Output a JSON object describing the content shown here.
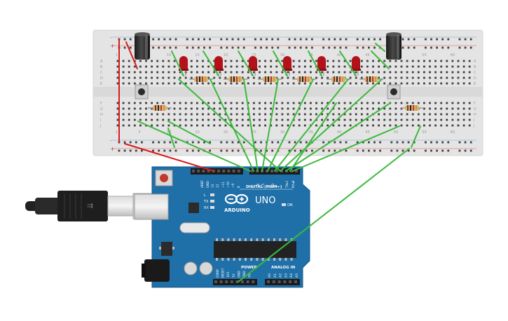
{
  "breadboard": {
    "column_numbers": [
      "1",
      "5",
      "10",
      "15",
      "20",
      "25",
      "30",
      "35",
      "40",
      "45",
      "50",
      "55",
      "60"
    ],
    "row_letters": [
      "A",
      "B",
      "C",
      "D",
      "E",
      "F",
      "G",
      "H",
      "I",
      "J"
    ],
    "rail_minus": "-",
    "rail_plus": "+"
  },
  "arduino": {
    "brand": "ARDUINO",
    "model": "UNO",
    "on_label": "ON",
    "led_labels": [
      "L",
      "TX",
      "RX"
    ],
    "digital_header_label": "DIGITAL (PWM~)",
    "power_header_label": "POWER",
    "analog_header_label": "ANALOG IN",
    "digital_pins": [
      "AREF",
      "GND",
      "13",
      "12",
      "~11",
      "~10",
      "~9",
      "8",
      "7",
      "~6",
      "~5",
      "4",
      "~3",
      "2",
      "TX▸1",
      "RX◂0"
    ],
    "power_pins": [
      "IOREF",
      "RESET",
      "3V3",
      "5V",
      "GND",
      "GND",
      "Vin"
    ],
    "analog_pins": [
      "A0",
      "A1",
      "A2",
      "A3",
      "A4",
      "A5"
    ]
  },
  "colors": {
    "breadboard": "#e4e4e4",
    "board": "#1f6fa8",
    "wire_green": "#3cb93c",
    "wire_red": "#d81b1b",
    "led": "#b3121a",
    "usb_cable": "#2a2a2a"
  },
  "components": {
    "leds": 6,
    "resistors": 8,
    "buttons": 2,
    "capacitors": 2
  }
}
